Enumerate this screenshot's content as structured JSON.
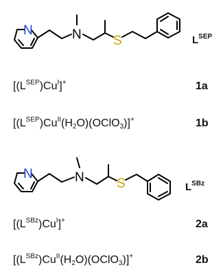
{
  "colors": {
    "nitrogen": "#1f3fd0",
    "sulfur": "#c8a000",
    "bond": "#000000"
  },
  "atoms": {
    "pyridine_n": "N",
    "amine_n": "N",
    "sulfur": "S"
  },
  "ligand_sep": {
    "base": "L",
    "sup": "SEP"
  },
  "ligand_sbz": {
    "base": "L",
    "sup": "SBz"
  },
  "complexes": [
    {
      "open": "[(L",
      "lig": "SEP",
      "mid": ")Cu",
      "ox": "I",
      "close": "]",
      "charge": "+",
      "id": "1a"
    },
    {
      "open": "[(L",
      "lig": "SEP",
      "mid": ")Cu",
      "ox": "II",
      "part1": "(H",
      "sub1": "2",
      "part2": "O)(OClO",
      "sub2": "3",
      "close": ")]",
      "charge": "+",
      "id": "1b"
    },
    {
      "open": "[(L",
      "lig": "SBz",
      "mid": ")Cu",
      "ox": "I",
      "close": "]",
      "charge": "+",
      "id": "2a"
    },
    {
      "open": "[(L",
      "lig": "SBz",
      "mid": ")Cu",
      "ox": "II",
      "part1": "(H",
      "sub1": "2",
      "part2": "O)(OClO",
      "sub2": "3",
      "close": ")]",
      "charge": "+",
      "id": "2b"
    }
  ]
}
